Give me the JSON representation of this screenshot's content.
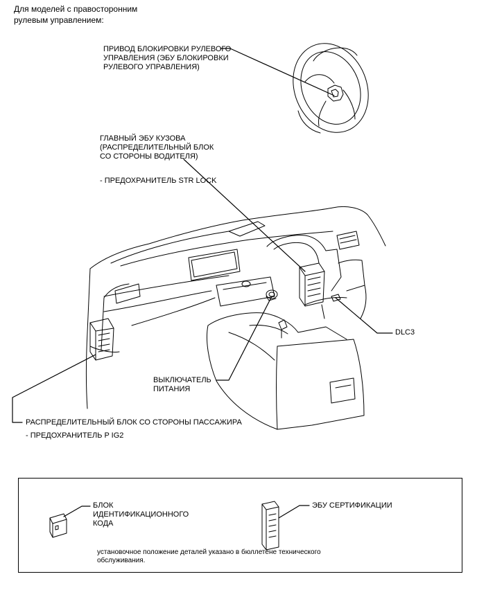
{
  "header": {
    "line1": "Для моделей с правосторонним",
    "line2": "рулевым управлением:"
  },
  "labels": {
    "steering_lock": [
      "ПРИВОД БЛОКИРОВКИ РУЛЕВОГО",
      "УПРАВЛЕНИЯ (ЭБУ БЛОКИРОВКИ",
      "РУЛЕВОГО УПРАВЛЕНИЯ)"
    ],
    "main_body_ecu": [
      "ГЛАВНЫЙ ЭБУ КУЗОВА",
      "(РАСПРЕДЕЛИТЕЛЬНЫЙ БЛОК",
      "СО СТОРОНЫ ВОДИТЕЛЯ)"
    ],
    "str_lock_fuse": "- ПРЕДОХРАНИТЕЛЬ STR LOCK",
    "dlc3": "DLC3",
    "power_switch": [
      "ВЫКЛЮЧАТЕЛЬ",
      "ПИТАНИЯ"
    ],
    "passenger_junction": "РАСПРЕДЕЛИТЕЛЬНЫЙ БЛОК СО СТОРОНЫ ПАССАЖИРА",
    "p_ig2_fuse": "- ПРЕДОХРАНИТЕЛЬ P IG2"
  },
  "legend": {
    "id_code_box": [
      "БЛОК",
      "ИДЕНТИФИКАЦИОННОГО",
      "КОДА"
    ],
    "cert_ecu": "ЭБУ СЕРТИФИКАЦИИ",
    "note": [
      "установочное положение деталей указано в бюллетене технического",
      "обслуживания."
    ]
  }
}
